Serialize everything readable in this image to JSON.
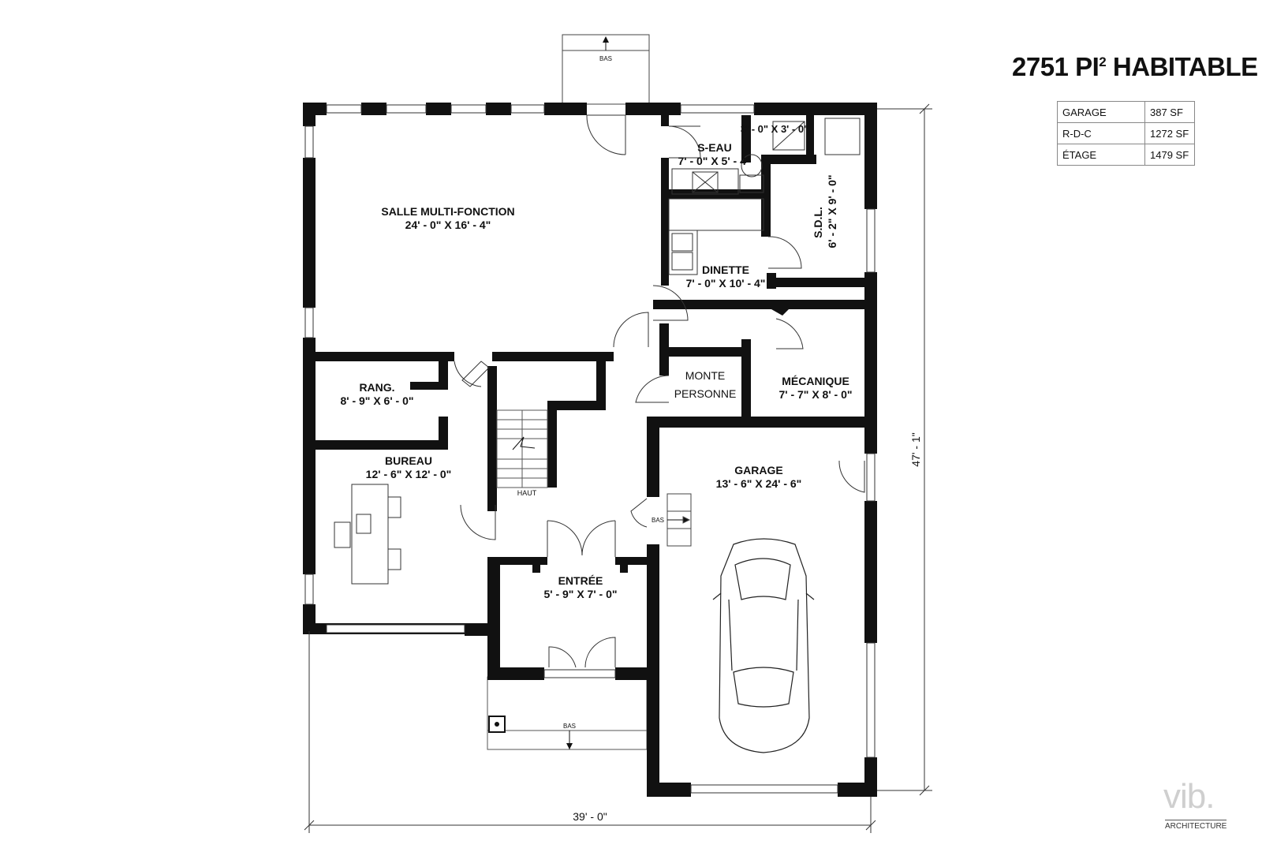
{
  "title": {
    "number": "2751 PI",
    "sup": "2",
    "suffix": " HABITABLE"
  },
  "areas": [
    {
      "name": "GARAGE",
      "value": "387 SF"
    },
    {
      "name": "R-D-C",
      "value": "1272 SF"
    },
    {
      "name": "ÉTAGE",
      "value": "1479 SF"
    }
  ],
  "rooms": {
    "salle_multi": {
      "name": "SALLE MULTI-FONCTION",
      "dim": "24' - 0\" X 16' - 4\""
    },
    "s_eau": {
      "name": "S-EAU",
      "dim": "7' - 0\" X 5' - 4\""
    },
    "shower": {
      "dim": "3' - 0\" X 3' - 0\""
    },
    "sdl": {
      "name": "S.D.L.",
      "dim": "6' - 2\" X 9' - 0\""
    },
    "dinette": {
      "name": "DINETTE",
      "dim": "7' - 0\" X 10' - 4\""
    },
    "monte": {
      "name1": "MONTE",
      "name2": "PERSONNE"
    },
    "mecanique": {
      "name": "MÉCANIQUE",
      "dim": "7' - 7\" X 8' - 0\""
    },
    "rang": {
      "name": "RANG.",
      "dim": "8' - 9\" X 6' - 0\""
    },
    "bureau": {
      "name": "BUREAU",
      "dim": "12' - 6\" X 12' - 0\""
    },
    "garage": {
      "name": "GARAGE",
      "dim": "13' - 6\" X 24' - 6\""
    },
    "entree": {
      "name": "ENTRÉE",
      "dim": "5' - 9\" X 7' - 0\""
    }
  },
  "notes": {
    "bas_top": "BAS",
    "bas_bottom": "BAS",
    "bas_garage": "BAS",
    "haut": "HAUT"
  },
  "dimensions": {
    "width": "39' - 0\"",
    "depth": "47' - 1\""
  },
  "logo": {
    "mark": "vib.",
    "sub": "ARCHITECTURE"
  }
}
